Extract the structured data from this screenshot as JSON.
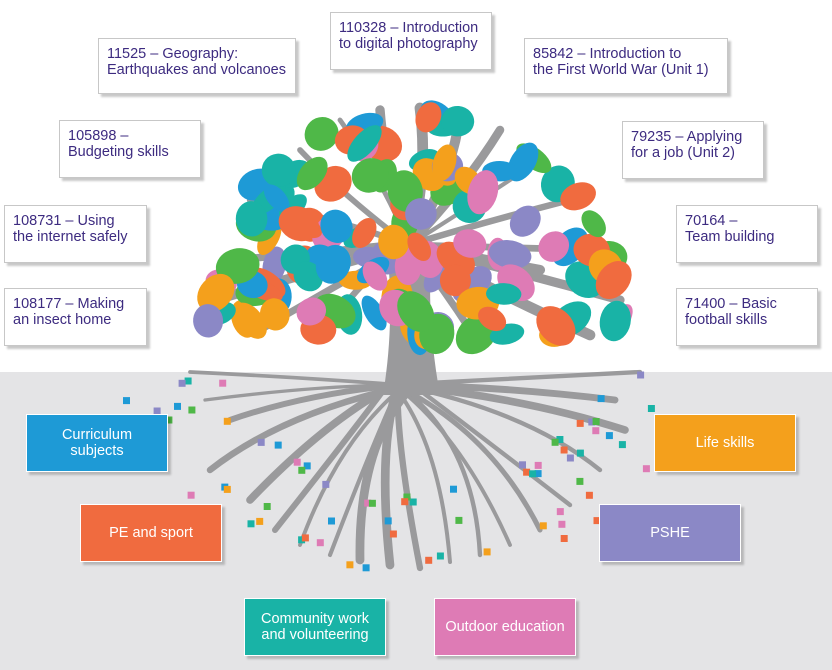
{
  "units": [
    {
      "code": "110328 –",
      "line1": "110328 – Introduction",
      "line2": "to digital photography"
    },
    {
      "line1": "11525 – Geography:",
      "line2": "Earthquakes and volcanoes"
    },
    {
      "line1": "85842 – Introduction to",
      "line2": "the First World War (Unit 1)"
    },
    {
      "line1": "105898 –",
      "line2": "Budgeting skills"
    },
    {
      "line1": "79235 – Applying",
      "line2": "for a job (Unit 2)"
    },
    {
      "line1": "108731 – Using",
      "line2": "the internet safely"
    },
    {
      "line1": "70164 –",
      "line2": "Team building"
    },
    {
      "line1": "108177 – Making",
      "line2": "an insect home"
    },
    {
      "line1": "71400 – Basic",
      "line2": "football skills"
    }
  ],
  "categories": [
    {
      "line1": "Curriculum",
      "line2": "subjects",
      "color": "#1e9ad6"
    },
    {
      "line1": "Life skills",
      "line2": "",
      "color": "#f4a01c"
    },
    {
      "line1": "PE and sport",
      "line2": "",
      "color": "#f06b3f"
    },
    {
      "line1": "PSHE",
      "line2": "",
      "color": "#8b88c6"
    },
    {
      "line1": "Community work",
      "line2": "and volunteering",
      "color": "#19b3a6"
    },
    {
      "line1": "Outdoor education",
      "line2": "",
      "color": "#de7bb5"
    }
  ],
  "palette": {
    "text": "#3d2b80",
    "trunk": "#9a9a9c",
    "ground": "#e4e4e6",
    "leaves": [
      "#4fb848",
      "#f06b3f",
      "#8b88c6",
      "#f4a01c",
      "#de7bb5",
      "#1e9ad6",
      "#19b3a6"
    ]
  }
}
